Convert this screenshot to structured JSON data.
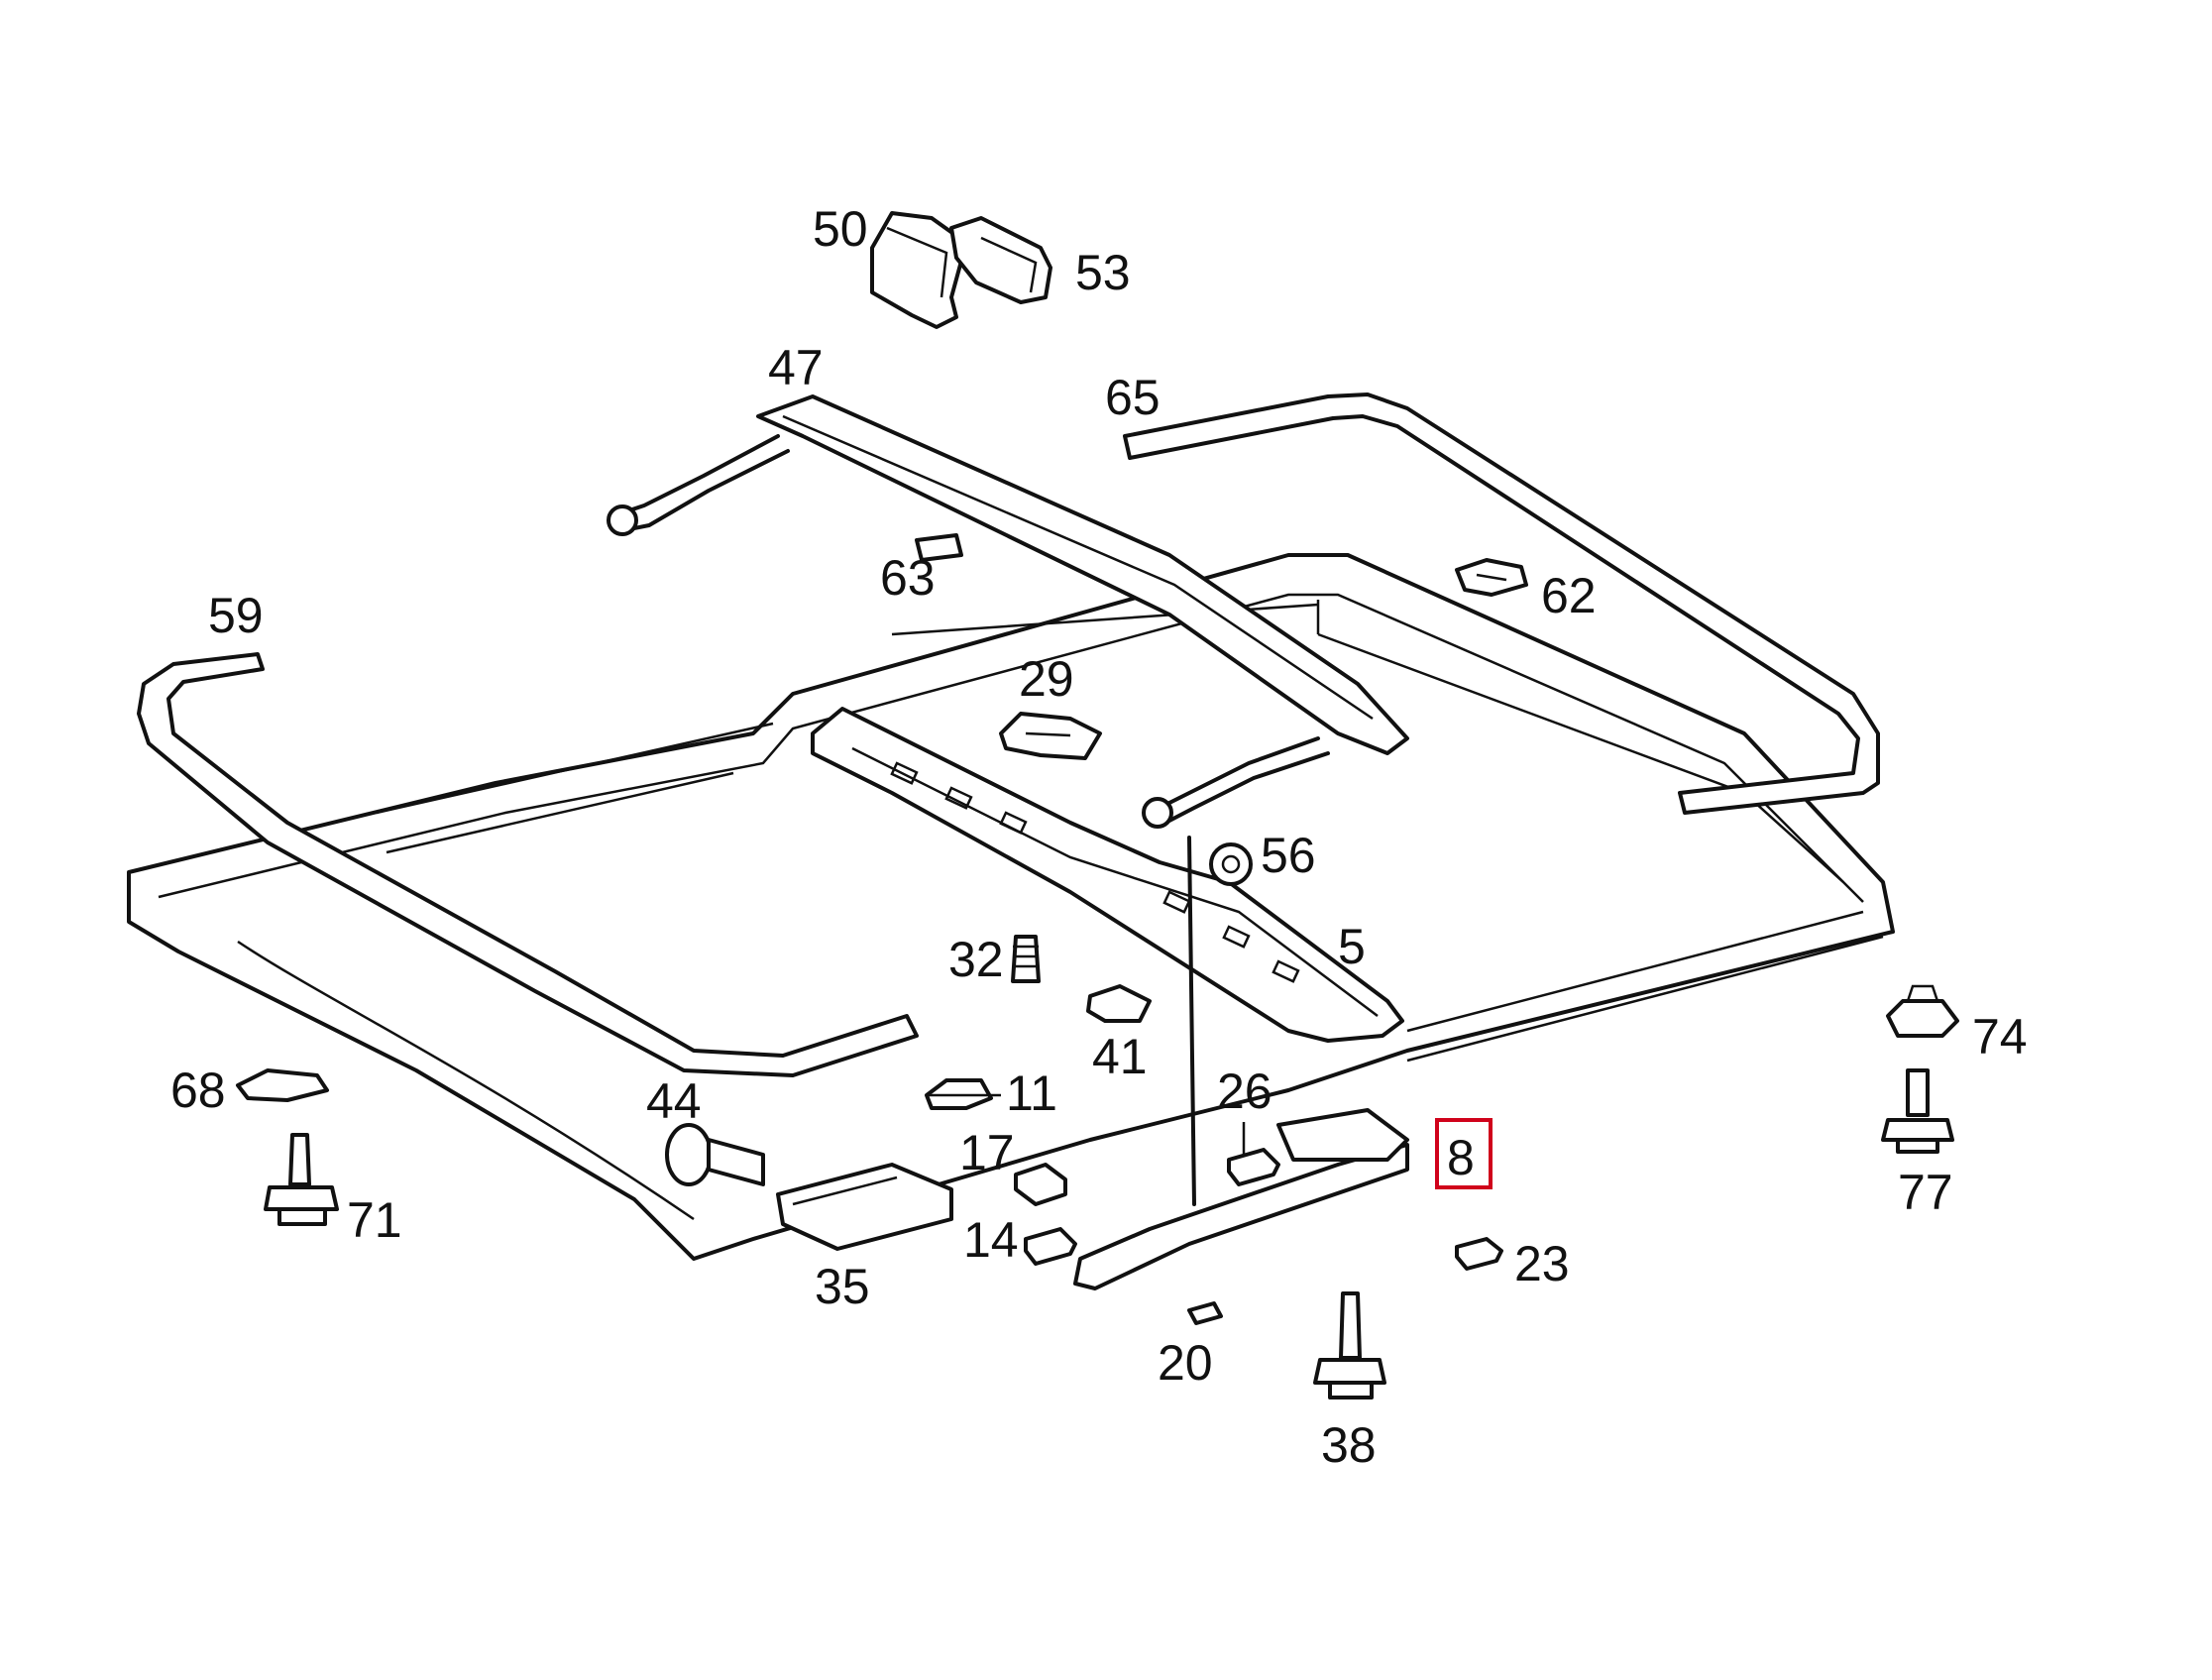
{
  "diagram": {
    "highlight_color": "#d0021b",
    "highlighted_part": "8",
    "callouts": [
      "50",
      "53",
      "47",
      "65",
      "63",
      "62",
      "59",
      "29",
      "56",
      "5",
      "32",
      "41",
      "74",
      "68",
      "44",
      "11",
      "17",
      "26",
      "8",
      "77",
      "71",
      "14",
      "23",
      "35",
      "20",
      "38"
    ]
  }
}
